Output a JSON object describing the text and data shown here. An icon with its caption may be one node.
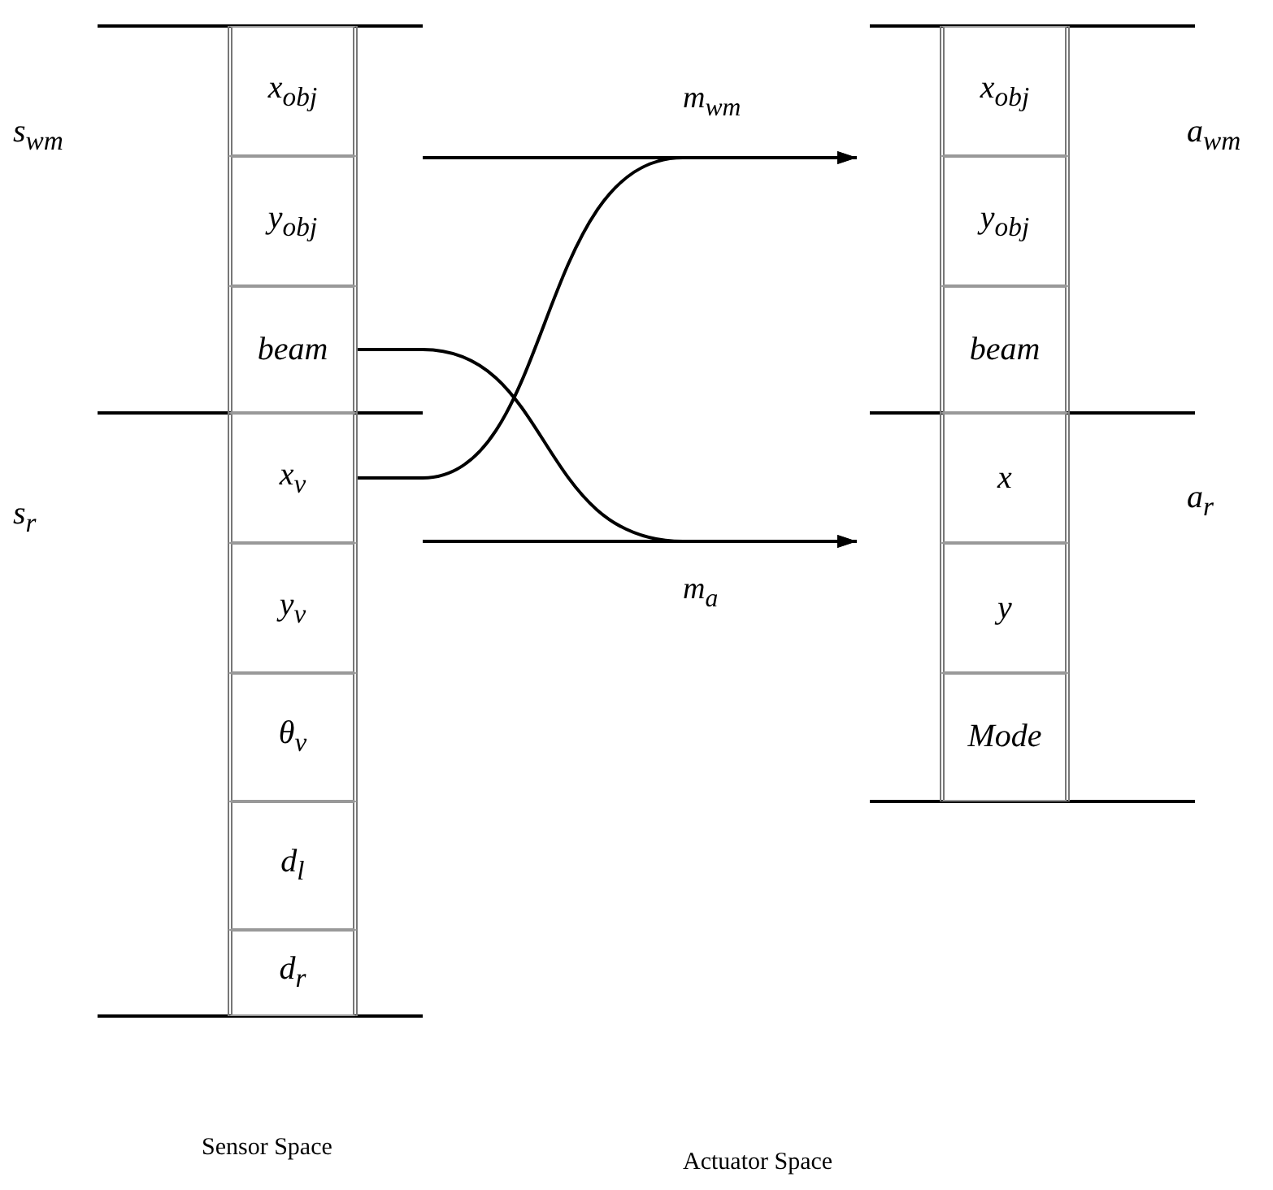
{
  "diagram": {
    "nodes": [
      {
        "text": [
          "x$_{obj}$"
        ]
      },
      {
        "text": [
          "y$_{obj}$"
        ]
      },
      {
        "text": [
          "beam"
        ]
      },
      {
        "text": [
          "x$_{v}$"
        ]
      },
      {
        "text": [
          "y$_{v}$"
        ]
      },
      {
        "text": [
          "θ$_{v}$"
        ]
      },
      {
        "text": [
          "d$_{l}$"
        ]
      },
      {
        "text": [
          "d$_{r}$"
        ]
      },
      {
        "text": [
          "x$_{obj}$"
        ]
      },
      {
        "text": [
          "y$_{obj}$"
        ]
      },
      {
        "text": [
          "beam"
        ]
      },
      {
        "text": [
          "x"
        ]
      },
      {
        "text": [
          "y"
        ]
      },
      {
        "text": [
          "Mode"
        ]
      }
    ],
    "edges": [
      {
        "from": null,
        "to": 8,
        "arrow": "to",
        "label": "m$_{wm}$"
      },
      {
        "from": 2,
        "to": 11,
        "arrow": "to"
      },
      {
        "from": 3,
        "to": 8,
        "arrow": "to"
      },
      {
        "from": null,
        "to": 11,
        "arrow": "to",
        "label": "m$_{a}$"
      }
    ],
    "labels": [
      "s$_{wm}$",
      "a$_{wm}$",
      "s$_{r}$",
      "a$_{r}$",
      "Sensor Space",
      "Actuator Space"
    ]
  }
}
